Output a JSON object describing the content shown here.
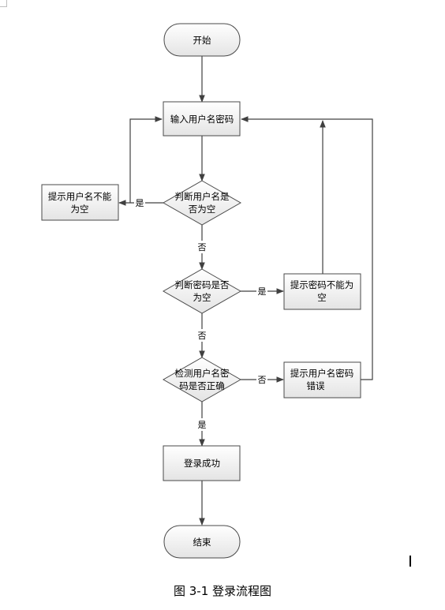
{
  "nodes": {
    "start": "开始",
    "input": "输入用户名密码",
    "check_user_line1": "判断用户名是",
    "check_user_line2": "否为空",
    "user_empty_line1": "提示用户名不能",
    "user_empty_line2": "为空",
    "check_pwd_line1": "判断密码是否",
    "check_pwd_line2": "为空",
    "pwd_empty_line1": "提示密码不能为",
    "pwd_empty_line2": "空",
    "verify_line1": "检测用户名密",
    "verify_line2": "码是否正确",
    "wrong_line1": "提示用户名密码",
    "wrong_line2": "错误",
    "success": "登录成功",
    "end": "结束"
  },
  "edges": {
    "yes": "是",
    "no": "否"
  },
  "caption": "图 3-1 登录流程图"
}
